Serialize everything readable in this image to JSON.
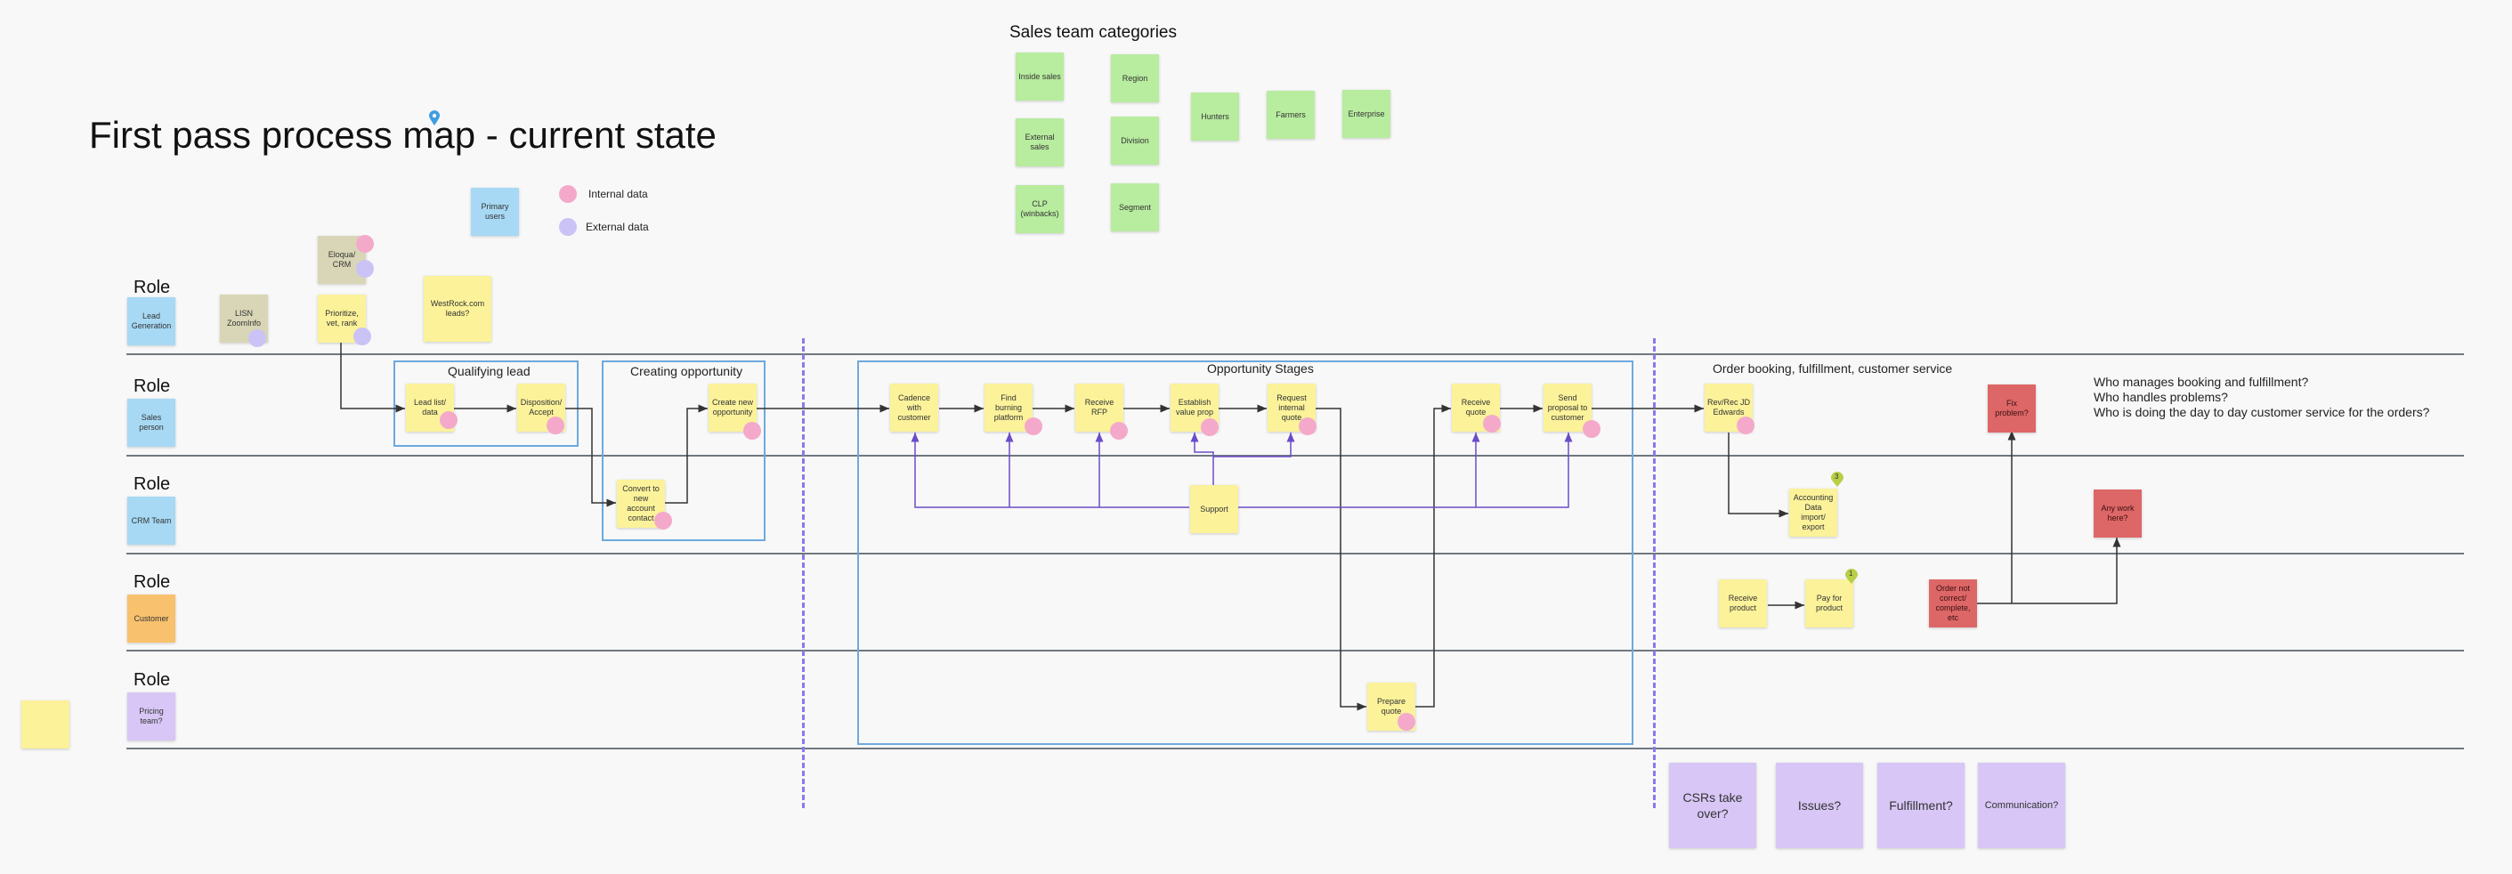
{
  "title": "First pass process map - current state",
  "sales_team_categories": {
    "heading": "Sales team categories",
    "items": [
      "Inside sales",
      "Region",
      "External sales",
      "Division",
      "CLP (winbacks)",
      "Segment",
      "Hunters",
      "Farmers",
      "Enterprise"
    ]
  },
  "legend": {
    "primary_users": "Primary users",
    "internal_data": "Internal data",
    "external_data": "External data"
  },
  "role_word": "Role",
  "roles": [
    "Lead Generation",
    "Sales person",
    "CRM Team",
    "Customer",
    "Pricing team?"
  ],
  "lead_gen_notes": {
    "lisn": "LISN ZoomInfo",
    "eloqua": "Eloqua/ CRM",
    "prioritize": "Prioritize, vet, rank",
    "westrock": "WestRock.com leads?"
  },
  "groups": {
    "qualifying_lead": "Qualifying lead",
    "creating_opportunity": "Creating opportunity",
    "opportunity_stages": "Opportunity Stages",
    "order_booking": "Order booking, fulfillment, customer service"
  },
  "steps": {
    "lead_list": "Lead list/ data",
    "disposition": "Disposition/ Accept",
    "convert": "Convert to new account contact",
    "create_opp": "Create new opportunity",
    "cadence": "Cadence with customer",
    "find_burning": "Find burning platform",
    "receive_rfp": "Receive RFP",
    "establish": "Establish value prop",
    "request_quote": "Request internal quote",
    "support": "Support",
    "prepare_quote": "Prepare quote",
    "receive_quote": "Receive quote",
    "send_proposal": "Send proposal to customer",
    "rev_rec": "Rev/Rec JD Edwards",
    "accounting": "Accounting Data import/ export",
    "receive_product": "Receive product",
    "pay_product": "Pay for product",
    "order_not_correct": "Order not correct/ complete, etc",
    "fix_problem": "Fix problem?",
    "any_work_here": "Any work here?"
  },
  "questions": [
    "Who manages booking and fulfillment?",
    "Who handles problems?",
    "Who is doing the day to day customer service for the orders?"
  ],
  "bottom_notes": [
    "CSRs take over?",
    "Issues?",
    "Fulfillment?",
    "Communication?"
  ],
  "pin_numbers": [
    "3",
    "1"
  ],
  "colors": {
    "yellow": "#fbf29a",
    "green": "#b8ec9f",
    "blue": "#a7d9f4",
    "orange": "#f8c16e",
    "purple": "#d7c6f6",
    "red": "#dd6666",
    "internal_dot": "#f4a9cb",
    "external_dot": "#cbc3f5",
    "frame": "#6ea9dd",
    "support_line": "#7b5ccf"
  }
}
